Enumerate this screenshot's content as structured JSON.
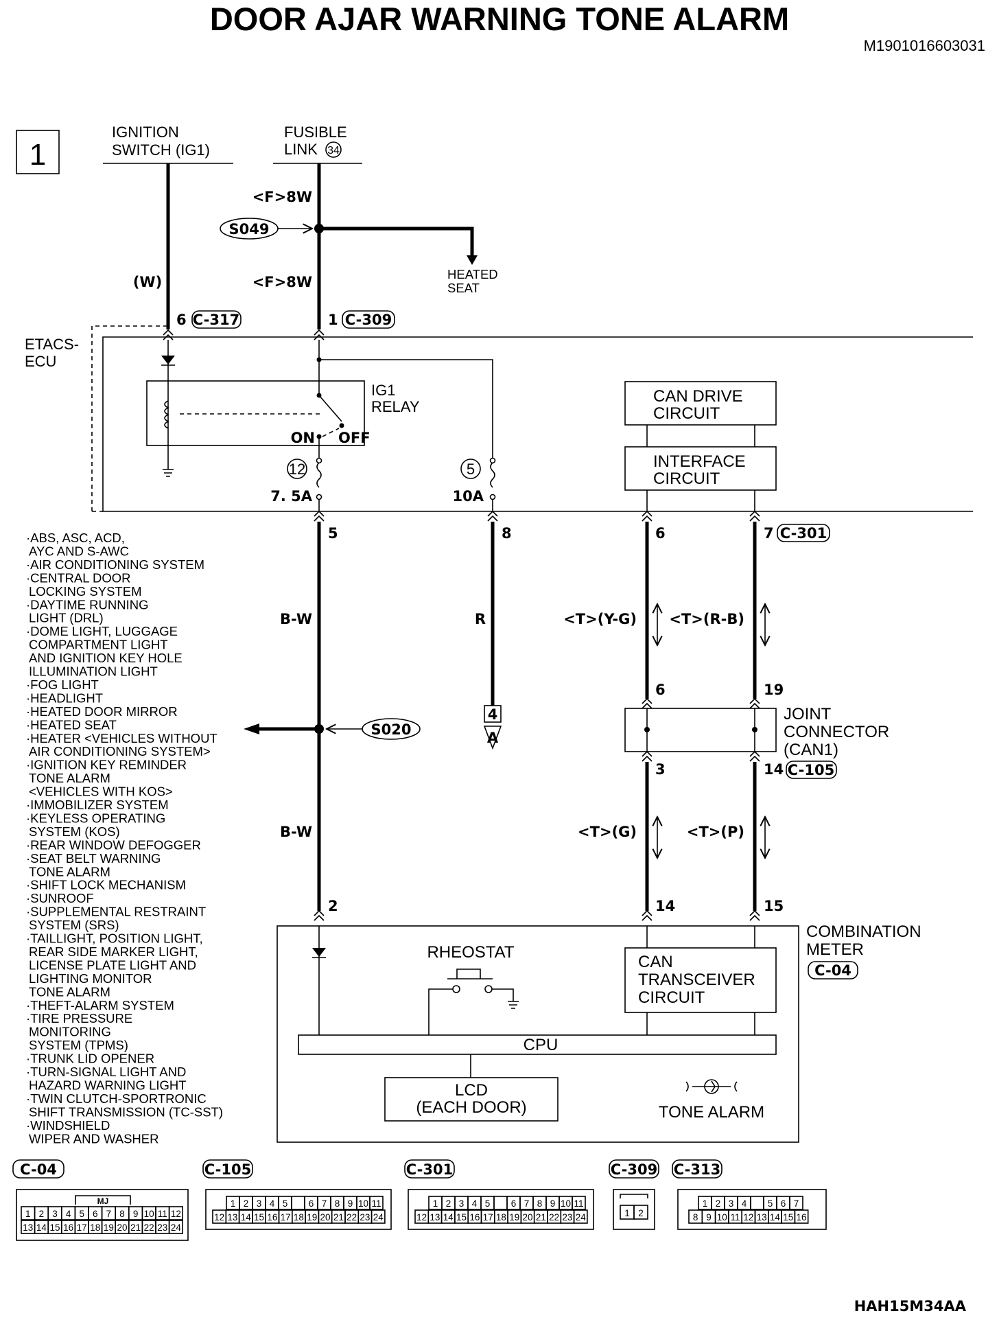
{
  "title": "DOOR AJAR WARNING TONE ALARM",
  "doc_code": "M1901016603031",
  "figure_code": "HAH15M34AA",
  "page_number": "1",
  "sources": {
    "ignition_line1": "IGNITION",
    "ignition_line2": "SWITCH (IG1)",
    "fusible_line1": "FUSIBLE",
    "fusible_line2": "LINK",
    "fusible_number": "34"
  },
  "wires": {
    "top_upper": "<F>8W",
    "top_lower": "<F>8W",
    "ignition_color": "(W)",
    "main_upper": "B-W",
    "main_lower": "B-W",
    "red": "R",
    "can_upper_left": "<T>(Y-G)",
    "can_upper_right": "<T>(R-B)",
    "can_lower_left": "<T>(G)",
    "can_lower_right": "<T>(P)"
  },
  "splices": {
    "s049": "S049",
    "s020": "S020"
  },
  "heated_seat_line1": "HEATED",
  "heated_seat_line2": "SEAT",
  "etacs": {
    "label_line1": "ETACS-",
    "label_line2": "ECU",
    "relay_line1": "IG1",
    "relay_line2": "RELAY",
    "relay_on": "ON",
    "relay_off": "OFF",
    "fuse12_number": "12",
    "fuse12_rating": "7. 5A",
    "fuse5_number": "5",
    "fuse5_rating": "10A",
    "can_drive_line1": "CAN DRIVE",
    "can_drive_line2": "CIRCUIT",
    "interface_line1": "INTERFACE",
    "interface_line2": "CIRCUIT"
  },
  "connectors": {
    "c317": "C-317",
    "c309": "C-309",
    "c301": "C-301",
    "c105": "C-105",
    "c04": "C-04"
  },
  "pins": {
    "c317_pin": "6",
    "c309_pin": "1",
    "etacs_out_5": "5",
    "etacs_out_8": "8",
    "etacs_out_6": "6",
    "etacs_out_7": "7",
    "joint_in_6": "6",
    "joint_in_19": "19",
    "joint_out_3": "3",
    "joint_out_14": "14",
    "meter_in_2": "2",
    "meter_in_14": "14",
    "meter_in_15": "15"
  },
  "ref_box": {
    "number": "4",
    "letter": "A"
  },
  "joint_connector": {
    "line1": "JOINT",
    "line2": "CONNECTOR",
    "line3": "(CAN1)"
  },
  "meter": {
    "label_line1": "COMBINATION",
    "label_line2": "METER",
    "rheostat": "RHEOSTAT",
    "can_tx_line1": "CAN",
    "can_tx_line2": "TRANSCEIVER",
    "can_tx_line3": "CIRCUIT",
    "cpu": "CPU",
    "lcd_line1": "LCD",
    "lcd_line2": "(EACH DOOR)",
    "tone_alarm": "TONE ALARM"
  },
  "systems": [
    "·ABS, ASC, ACD,",
    "AYC AND S-AWC",
    "·AIR CONDITIONING SYSTEM",
    "·CENTRAL DOOR",
    "LOCKING SYSTEM",
    "·DAYTIME RUNNING",
    "LIGHT (DRL)",
    "·DOME LIGHT, LUGGAGE",
    "COMPARTMENT LIGHT",
    "AND IGNITION KEY HOLE",
    "ILLUMINATION LIGHT",
    "·FOG LIGHT",
    "·HEADLIGHT",
    "·HEATED DOOR MIRROR",
    "·HEATED SEAT",
    "·HEATER <VEHICLES WITHOUT",
    "AIR CONDITIONING SYSTEM>",
    "·IGNITION KEY REMINDER",
    "TONE ALARM",
    "<VEHICLES WITH KOS>",
    "·IMMOBILIZER SYSTEM",
    "·KEYLESS OPERATING",
    "SYSTEM (KOS)",
    "·REAR WINDOW DEFOGGER",
    "·SEAT BELT WARNING",
    "TONE ALARM",
    "·SHIFT LOCK MECHANISM",
    "·SUNROOF",
    "·SUPPLEMENTAL RESTRAINT",
    "SYSTEM (SRS)",
    "·TAILLIGHT, POSITION LIGHT,",
    "REAR SIDE MARKER LIGHT,",
    "LICENSE PLATE LIGHT AND",
    "LIGHTING MONITOR",
    "TONE ALARM",
    "·THEFT-ALARM SYSTEM",
    "·TIRE PRESSURE",
    "MONITORING",
    "SYSTEM (TPMS)",
    "·TRUNK LID OPENER",
    "·TURN-SIGNAL LIGHT AND",
    "HAZARD WARNING LIGHT",
    "·TWIN CLUTCH-SPORTRONIC",
    "SHIFT TRANSMISSION (TC-SST)",
    "·WINDSHIELD",
    "WIPER AND WASHER"
  ],
  "connector_faces": {
    "c04_label": "C-04",
    "c04_key": "MJ",
    "c04_row1": [
      "1",
      "2",
      "3",
      "4",
      "5",
      "6",
      "7",
      "8",
      "9",
      "10",
      "11",
      "12"
    ],
    "c04_row2": [
      "13",
      "14",
      "15",
      "16",
      "17",
      "18",
      "19",
      "20",
      "21",
      "22",
      "23",
      "24"
    ],
    "c105_label": "C-105",
    "c105_row1": [
      "1",
      "2",
      "3",
      "4",
      "5",
      "",
      "6",
      "7",
      "8",
      "9",
      "10",
      "11"
    ],
    "c105_row2": [
      "12",
      "13",
      "14",
      "15",
      "16",
      "17",
      "18",
      "19",
      "20",
      "21",
      "22",
      "23",
      "24"
    ],
    "c301_label": "C-301",
    "c301_row1": [
      "1",
      "2",
      "3",
      "4",
      "5",
      "",
      "6",
      "7",
      "8",
      "9",
      "10",
      "11"
    ],
    "c301_row2": [
      "12",
      "13",
      "14",
      "15",
      "16",
      "17",
      "18",
      "19",
      "20",
      "21",
      "22",
      "23",
      "24"
    ],
    "c309_label": "C-309",
    "c309_pins": [
      "1",
      "2"
    ],
    "c313_label": "C-313",
    "c313_row1": [
      "1",
      "2",
      "3",
      "4",
      "",
      "5",
      "6",
      "7"
    ],
    "c313_row2": [
      "8",
      "9",
      "10",
      "11",
      "12",
      "13",
      "14",
      "15",
      "16"
    ]
  }
}
